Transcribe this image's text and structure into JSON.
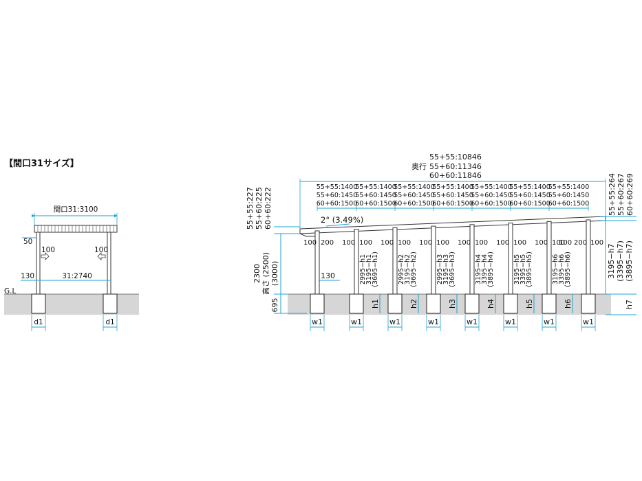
{
  "title": "【間口31サイズ】",
  "front_view": {
    "width_label": "間口31:3100",
    "inner_label": "31:2740",
    "left_hdr": "50",
    "post_left_arrow": "100",
    "post_right_arrow": "100",
    "left_post_dim": "130",
    "gl_label": "G.L",
    "d1_left": "d1",
    "d1_right": "d1"
  },
  "side_view": {
    "depth_word": "奥行",
    "total_lines": [
      "55+55:10846",
      "55+60:11346",
      "60+60:11846"
    ],
    "bay_lines": [
      "55+55:1400",
      "55+60:1450",
      "60+60:1500"
    ],
    "bay_count": 7,
    "slope_label": "2° (3.49%)",
    "left_overhang": [
      "55+55:227",
      "55+60:225",
      "60+60:222"
    ],
    "right_overhang": [
      "55+55:264",
      "55+60:267",
      "60+60:269"
    ],
    "height_label": [
      "2300",
      "高さ (2500)",
      "(3000)"
    ],
    "foundation_depth": "695",
    "post_offset_130": "130",
    "right_height": [
      "3195−h7",
      "(3395−h7)",
      "(3895−h7)"
    ],
    "right_h": "h7",
    "arrow_labels": [
      "100",
      "200",
      "100",
      "100",
      "100",
      "100",
      "100",
      "100",
      "100",
      "100",
      "100",
      "100",
      "100",
      "100",
      "100",
      "200",
      "100"
    ],
    "posts": [
      {
        "w": "w1"
      },
      {
        "w": "w1",
        "h": "h1",
        "lines": [
          "2995−h1",
          "3195−h1",
          "(3695−h1)"
        ]
      },
      {
        "w": "w1",
        "h": "h2",
        "lines": [
          "2995−h2",
          "3195−h2",
          "(3695−h2)"
        ]
      },
      {
        "w": "w1",
        "h": "h3",
        "lines": [
          "2995−h3",
          "3195−h3",
          "(3695−h3)"
        ]
      },
      {
        "w": "w1",
        "h": "h4",
        "lines": [
          "3195−h4",
          "3395−h4",
          "(3895−h4)"
        ]
      },
      {
        "w": "w1",
        "h": "h5",
        "lines": [
          "3195−h5",
          "3395−h5",
          "(3895−h5)"
        ]
      },
      {
        "w": "w1",
        "h": "h6",
        "lines": [
          "3195−h6",
          "3395−h6",
          "(3895−h6)"
        ]
      },
      {
        "w": "w1"
      }
    ]
  }
}
